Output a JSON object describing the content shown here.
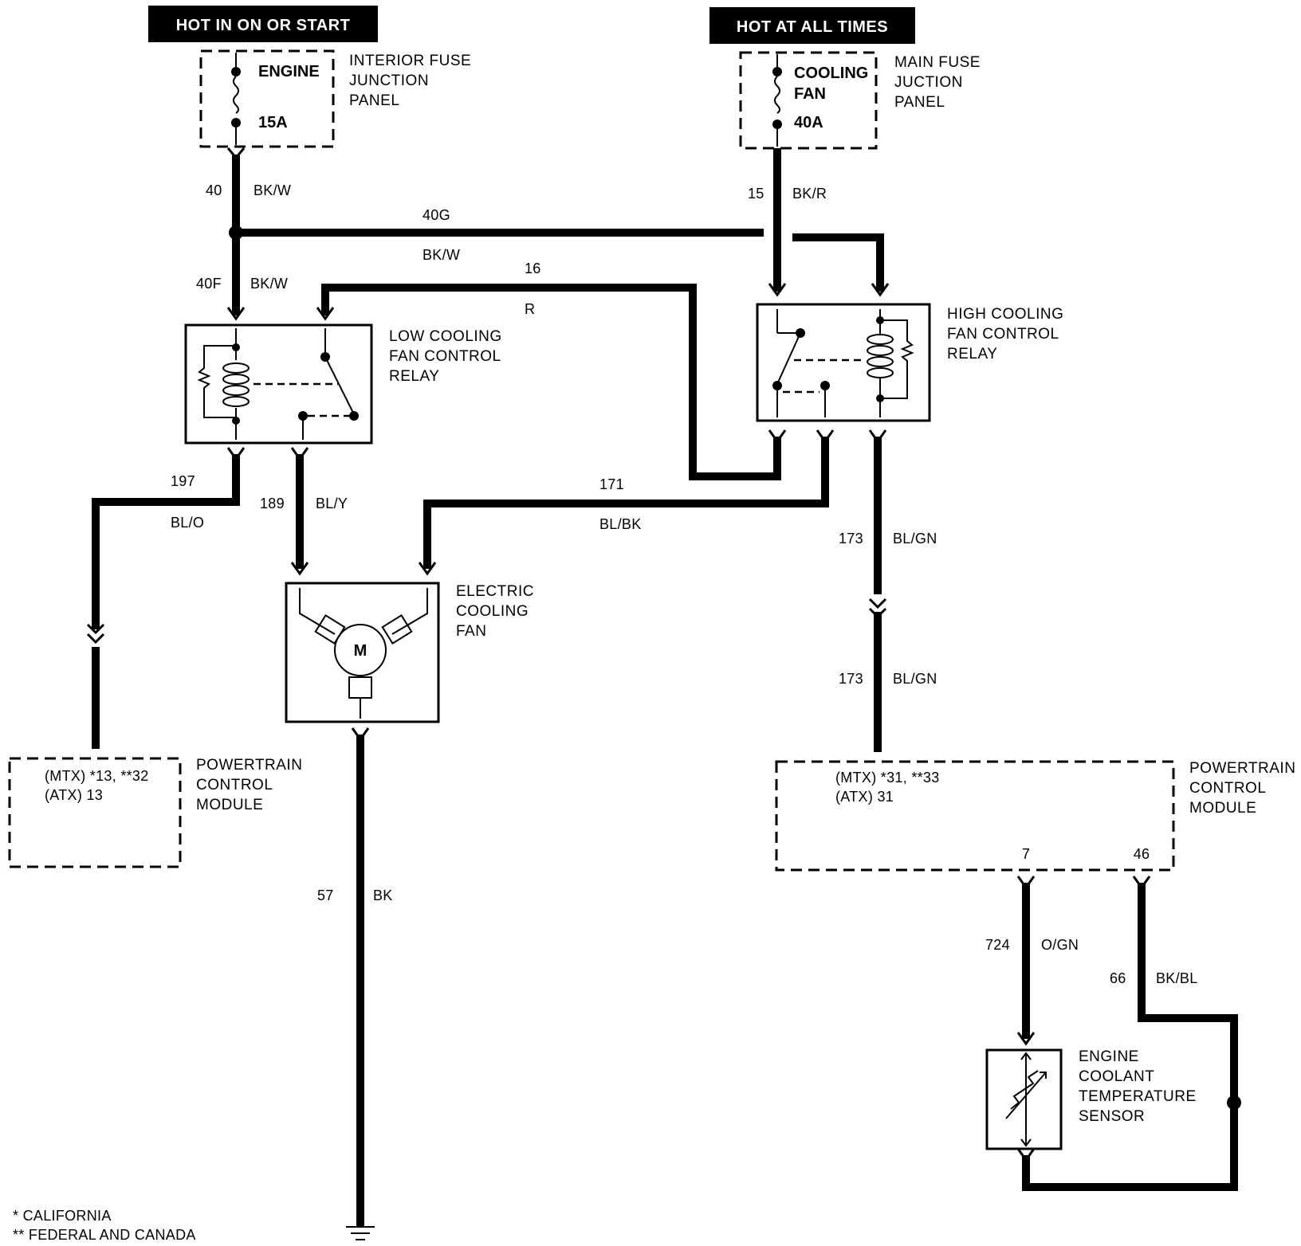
{
  "power_labels": {
    "hot_in_on_or_start": "HOT IN ON OR START",
    "hot_at_all_times": "HOT AT ALL TIMES"
  },
  "interior_fuse": {
    "panel_line1": "INTERIOR FUSE",
    "panel_line2": "JUNCTION",
    "panel_line3": "PANEL",
    "fuse_name": "ENGINE",
    "fuse_rating": "15A"
  },
  "main_fuse": {
    "panel_line1": "MAIN FUSE",
    "panel_line2": "JUCTION",
    "panel_line3": "PANEL",
    "fuse_name_line1": "COOLING",
    "fuse_name_line2": "FAN",
    "fuse_rating": "40A"
  },
  "components": {
    "low_relay": [
      "LOW COOLING",
      "FAN CONTROL",
      "RELAY"
    ],
    "high_relay": [
      "HIGH COOLING",
      "FAN CONTROL",
      "RELAY"
    ],
    "fan": [
      "ELECTRIC",
      "COOLING",
      "FAN"
    ],
    "fan_motor": "M",
    "pcm_left": [
      "POWERTRAIN",
      "CONTROL",
      "MODULE"
    ],
    "pcm_left_pins": [
      "(MTX) *13, **32",
      "(ATX) 13"
    ],
    "pcm_right": [
      "POWERTRAIN",
      "CONTROL",
      "MODULE"
    ],
    "pcm_right_pins": [
      "(MTX) *31, **33",
      "(ATX) 31"
    ],
    "pcm_right_pin_7": "7",
    "pcm_right_pin_46": "46",
    "ect_sensor": [
      "ENGINE",
      "COOLANT",
      "TEMPERATURE",
      "SENSOR"
    ]
  },
  "wires": {
    "w40": {
      "circuit": "40",
      "color": "BK/W"
    },
    "w40g": {
      "circuit": "40G",
      "color": "BK/W"
    },
    "w40f": {
      "circuit": "40F",
      "color": "BK/W"
    },
    "w15": {
      "circuit": "15",
      "color": "BK/R"
    },
    "w16": {
      "circuit": "16",
      "color": "R"
    },
    "w197": {
      "circuit": "197",
      "color": "BL/O"
    },
    "w189": {
      "circuit": "189",
      "color": "BL/Y"
    },
    "w171": {
      "circuit": "171",
      "color": "BL/BK"
    },
    "w173a": {
      "circuit": "173",
      "color": "BL/GN"
    },
    "w173b": {
      "circuit": "173",
      "color": "BL/GN"
    },
    "w57": {
      "circuit": "57",
      "color": "BK"
    },
    "w724": {
      "circuit": "724",
      "color": "O/GN"
    },
    "w66": {
      "circuit": "66",
      "color": "BK/BL"
    }
  },
  "footnotes": {
    "california": "* CALIFORNIA",
    "federal": "** FEDERAL AND CANADA"
  }
}
